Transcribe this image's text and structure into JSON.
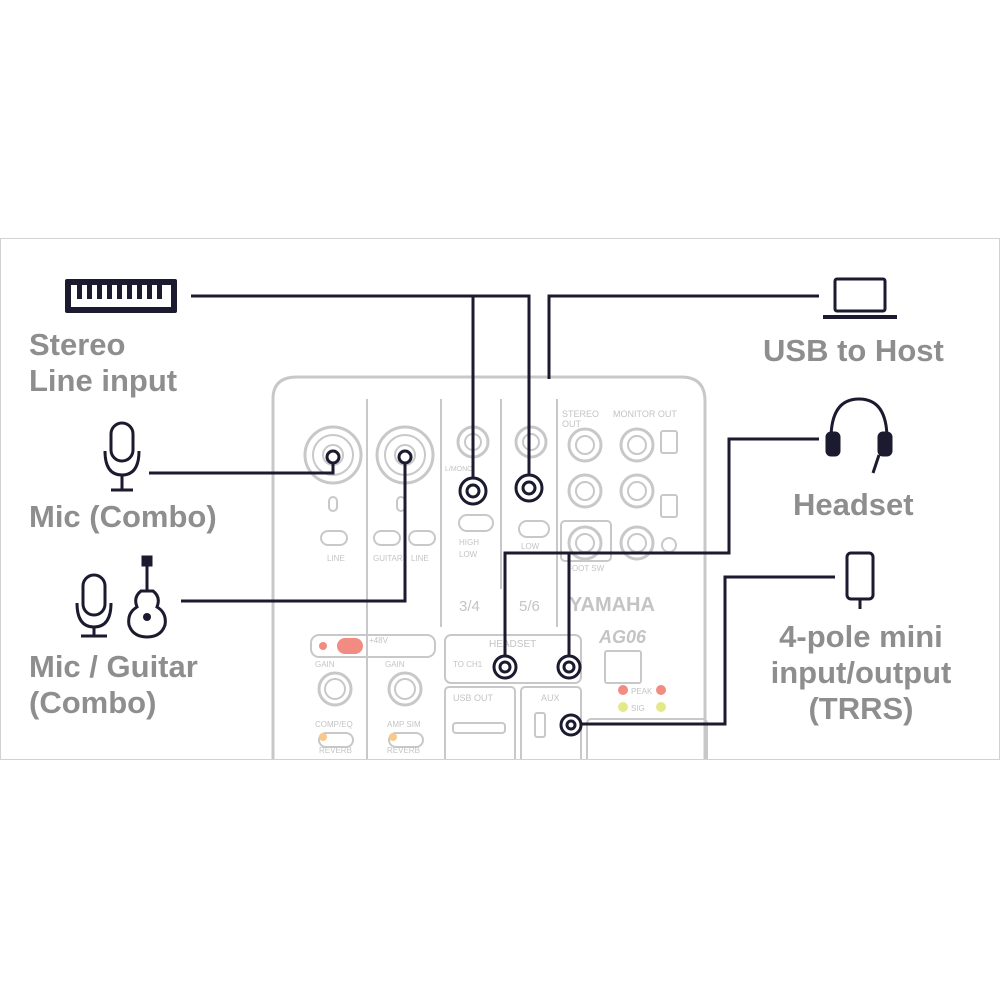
{
  "labels": {
    "stereo_line_1": "Stereo",
    "stereo_line_2": "Line input",
    "mic_combo": "Mic (Combo)",
    "mic_guitar_1": "Mic / Guitar",
    "mic_guitar_2": "(Combo)",
    "usb_to_host": "USB to Host",
    "headset": "Headset",
    "trrs_1": "4-pole mini",
    "trrs_2": "input/output",
    "trrs_3": "(TRRS)"
  },
  "device": {
    "brand": "YAMAHA",
    "model": "AG06",
    "ch_34": "3/4",
    "ch_56": "5/6",
    "stereo_out": "STEREO",
    "stereo_out_2": "OUT",
    "monitor_out": "MONITOR OUT",
    "headset_section": "HEADSET",
    "usb_out": "USB OUT",
    "aux": "AUX",
    "peak": "PEAK",
    "sig": "SIG",
    "phantom": "+48V",
    "gain": "GAIN",
    "comp_eq": "COMP/EQ",
    "amp_sim": "AMP SIM",
    "reverb": "REVERB",
    "line": "LINE",
    "guitar": "GUITAR",
    "high": "HIGH",
    "low": "LOW",
    "foot_sw": "FOOT SW",
    "to_ch1": "TO CH1",
    "mono": "L/MONO"
  },
  "colors": {
    "label_gray": "#8e8e8e",
    "line_dark": "#1b1a2e",
    "device_outline": "#c8c8c8",
    "peak_red": "#ef5350",
    "sig_yellow": "#d8e04a",
    "phantom_red": "#ef5350"
  }
}
